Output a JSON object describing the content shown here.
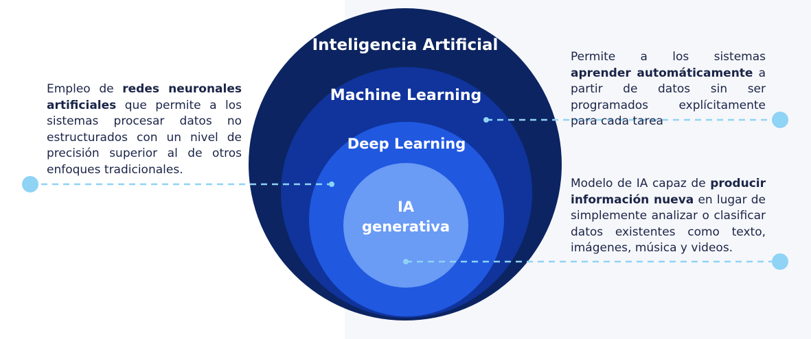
{
  "circles": {
    "ai": "Inteligencia Artificial",
    "ml": "Machine Learning",
    "dl": "Deep Learning",
    "genai_line1": "IA",
    "genai_line2": "generativa"
  },
  "descriptions": {
    "deep_learning": {
      "prefix": "Empleo de ",
      "bold": "redes neuronales artificiales",
      "suffix": " que permite a los sistemas procesar datos no estructurados con un nivel de precisión superior al de otros enfoques tradicionales."
    },
    "machine_learning": {
      "prefix": "Permite a los sistemas ",
      "bold": "aprender automáticamente",
      "suffix": " a partir de datos sin ser programados explícitamente para cada tarea"
    },
    "generative_ai": {
      "prefix": "Modelo de IA capaz de ",
      "bold": "producir información nueva",
      "suffix": " en lugar de simplemente analizar o clasificar datos existentes como texto, imágenes, música y videos."
    }
  },
  "colors": {
    "ai_circle": "#0c2461",
    "ml_circle": "#10349c",
    "dl_circle": "#2058e0",
    "genai_circle": "#6a9bf5",
    "connector": "#8fd3f5",
    "text": "#1a2447",
    "background_right": "#f6f7fa"
  }
}
